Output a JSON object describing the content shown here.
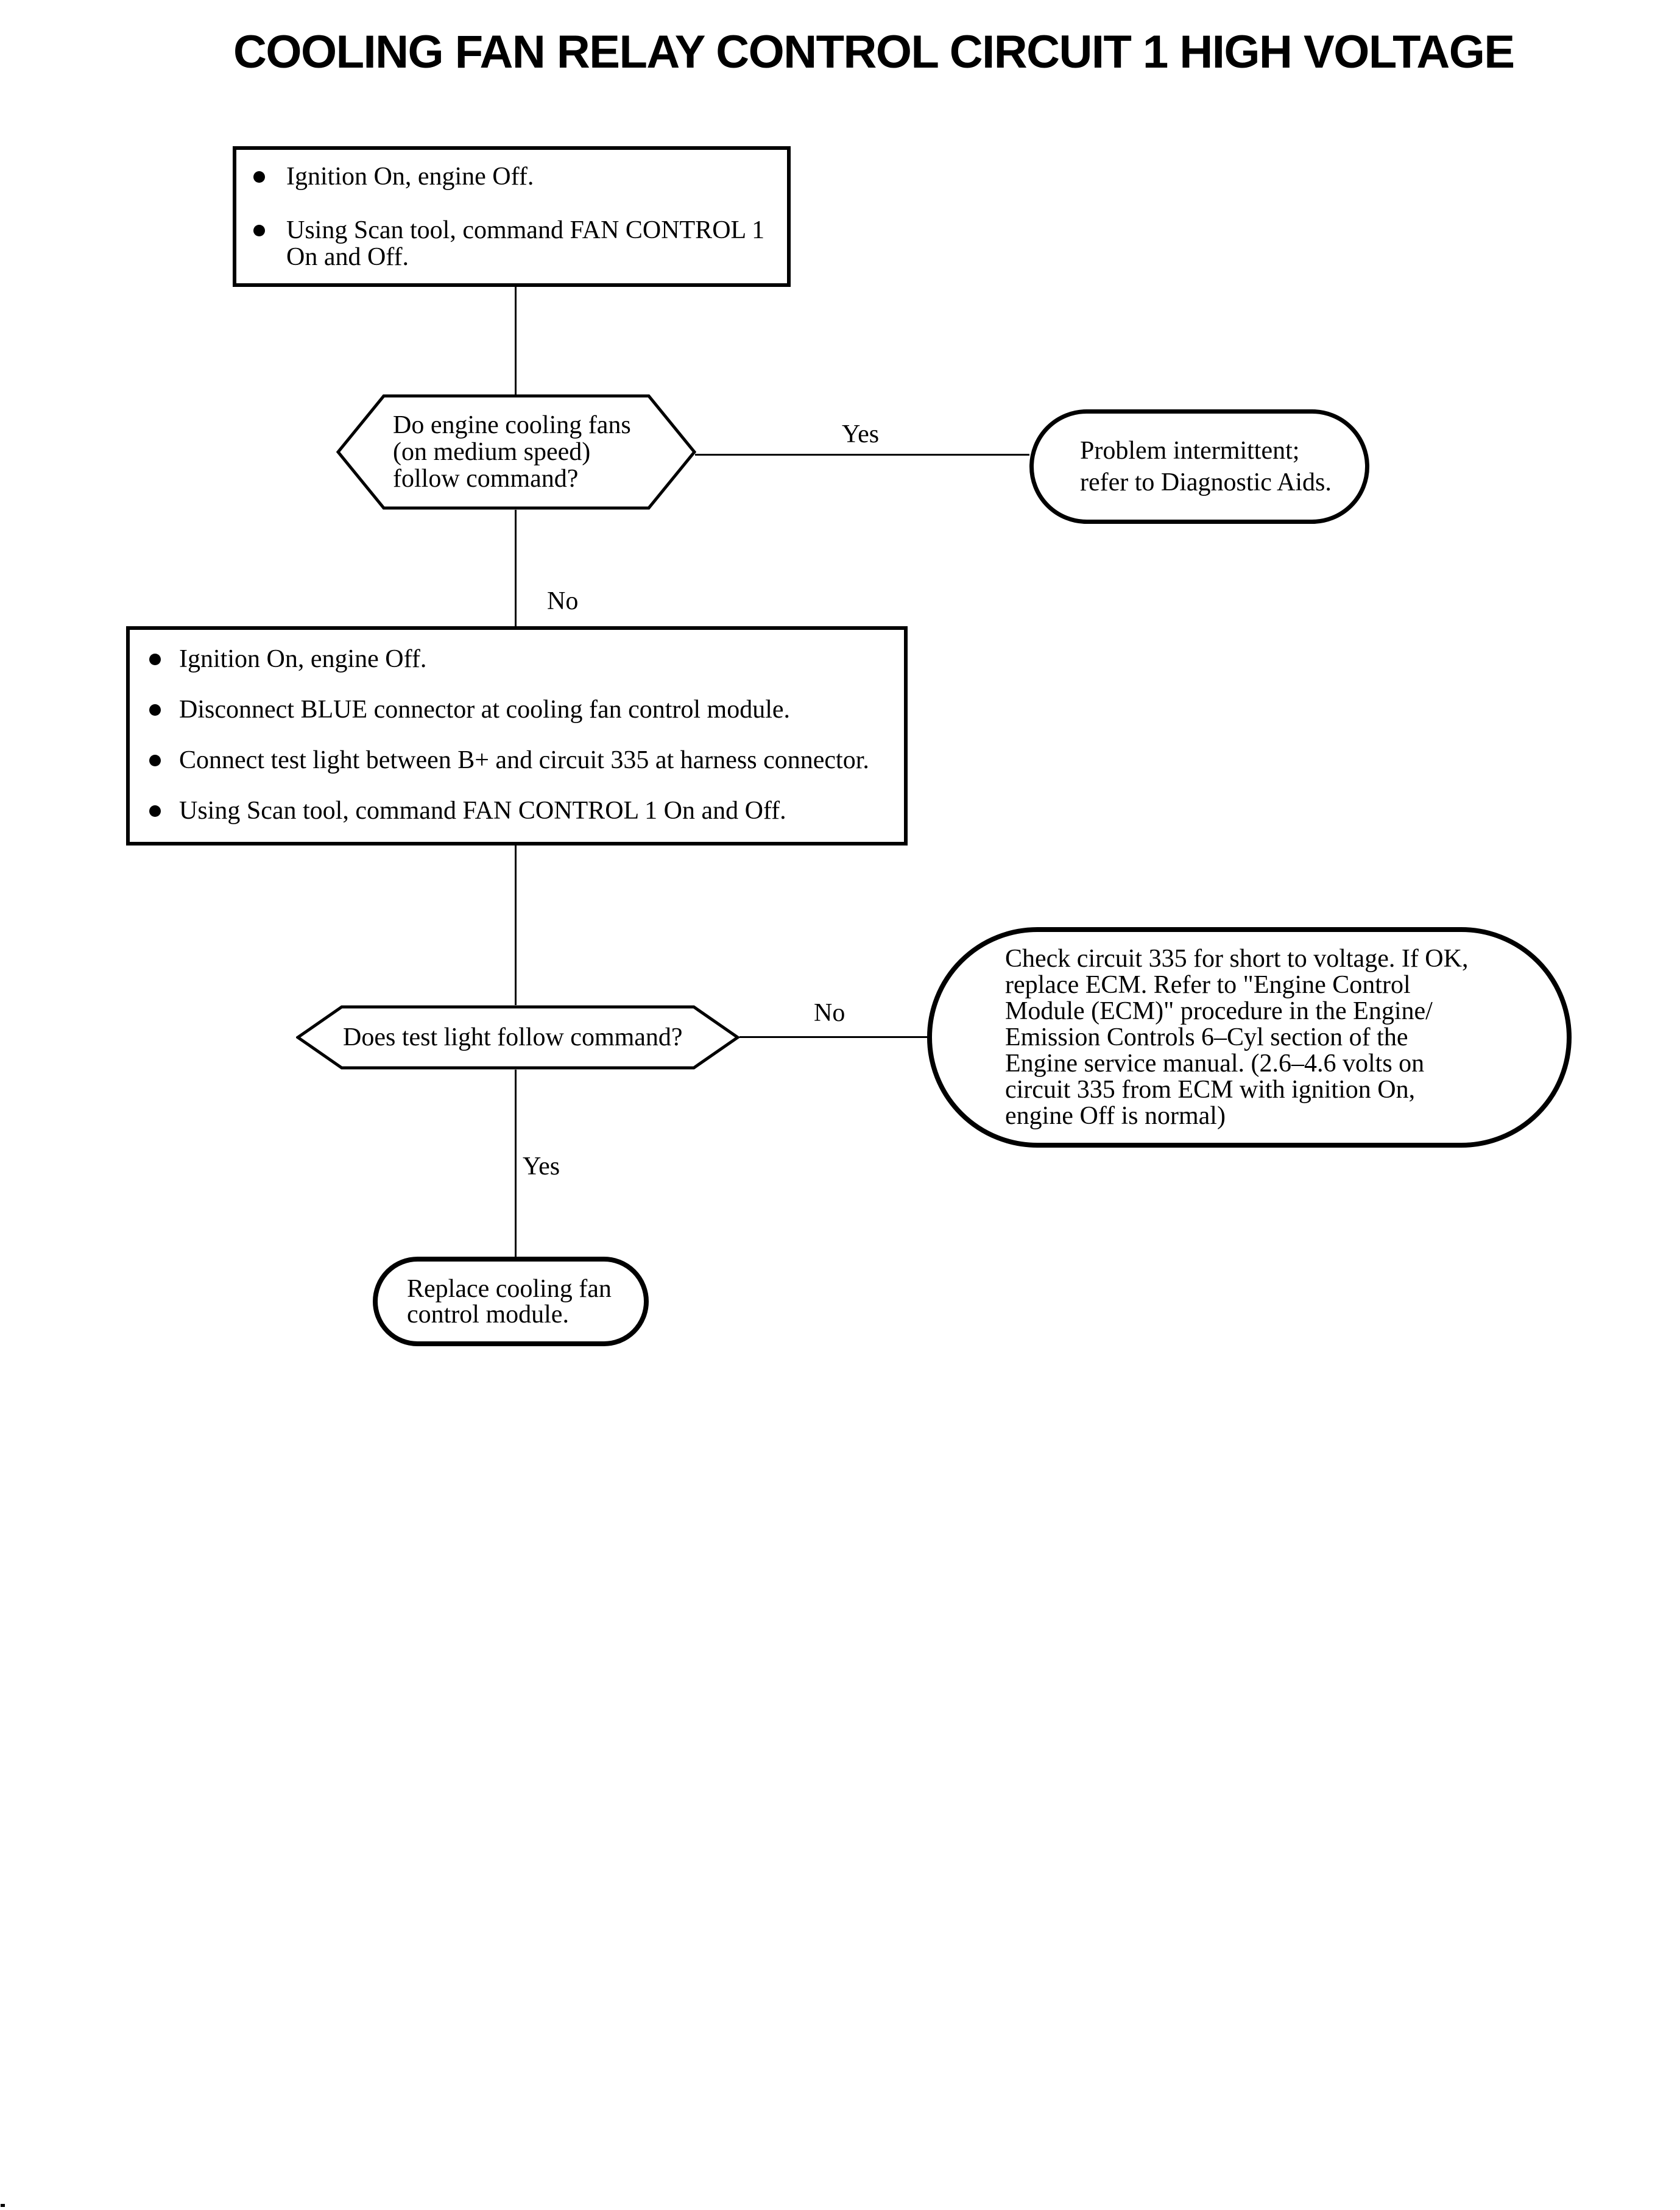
{
  "title": "COOLING FAN RELAY CONTROL CIRCUIT 1 HIGH VOLTAGE",
  "colors": {
    "ink": "#000000",
    "paper": "#ffffff"
  },
  "nodes": {
    "step1": {
      "bullets": [
        "Ignition On, engine Off.",
        "Using Scan tool, command FAN CONTROL 1\nOn and Off."
      ]
    },
    "decision1": {
      "lines": [
        "Do engine cooling fans",
        "(on medium speed)",
        "follow command?"
      ]
    },
    "terminal_intermittent": {
      "lines": [
        "Problem intermittent;",
        "refer to Diagnostic Aids."
      ]
    },
    "step2": {
      "bullets": [
        "Ignition On, engine Off.",
        "Disconnect BLUE connector at cooling fan control module.",
        "Connect test light between B+ and circuit 335 at harness connector.",
        "Using Scan tool, command FAN CONTROL 1 On and Off."
      ]
    },
    "decision2": {
      "lines": [
        "Does test light follow command?"
      ]
    },
    "terminal_check_circuit": {
      "lines": [
        "Check circuit 335 for short to voltage. If OK,",
        "replace ECM. Refer to \"Engine Control",
        "Module (ECM)\" procedure in the Engine/",
        "Emission Controls 6–Cyl section of the",
        "Engine service manual. (2.6–4.6 volts on",
        "circuit 335 from ECM with ignition On,",
        "engine Off is normal)"
      ]
    },
    "terminal_replace_module": {
      "lines": [
        "Replace cooling fan",
        "control module."
      ]
    }
  },
  "edges": {
    "decision1_yes": "Yes",
    "decision1_no": "No",
    "decision2_no": "No",
    "decision2_yes": "Yes"
  }
}
